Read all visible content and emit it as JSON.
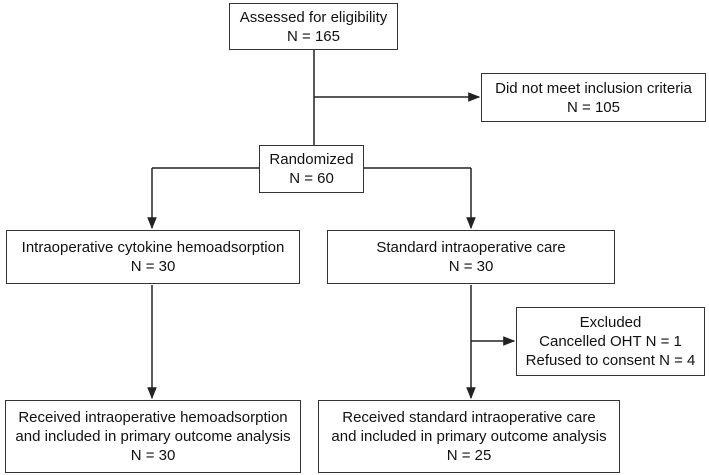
{
  "boxes": {
    "assessed": {
      "title": "Assessed for eligibility",
      "n": "N = 165"
    },
    "excluded_criteria": {
      "title": "Did not meet inclusion criteria",
      "n": "N = 105"
    },
    "randomized": {
      "title": "Randomized",
      "n": "N = 60"
    },
    "intervention": {
      "title": "Intraoperative cytokine hemoadsorption",
      "n": "N = 30"
    },
    "control": {
      "title": "Standard intraoperative care",
      "n": "N = 30"
    },
    "excluded_control": {
      "title": "Excluded",
      "line1": "Cancelled OHT N = 1",
      "line2": "Refused to consent N = 4"
    },
    "received_intervention": {
      "line1": "Received intraoperative hemoadsorption",
      "line2": "and included in primary outcome analysis",
      "n": "N = 30"
    },
    "received_control": {
      "line1": "Received standard intraoperative care",
      "line2": "and included in primary outcome analysis",
      "n": "N = 25"
    }
  },
  "colors": {
    "border": "#333333",
    "arrow": "#222222",
    "background": "#ffffff"
  }
}
